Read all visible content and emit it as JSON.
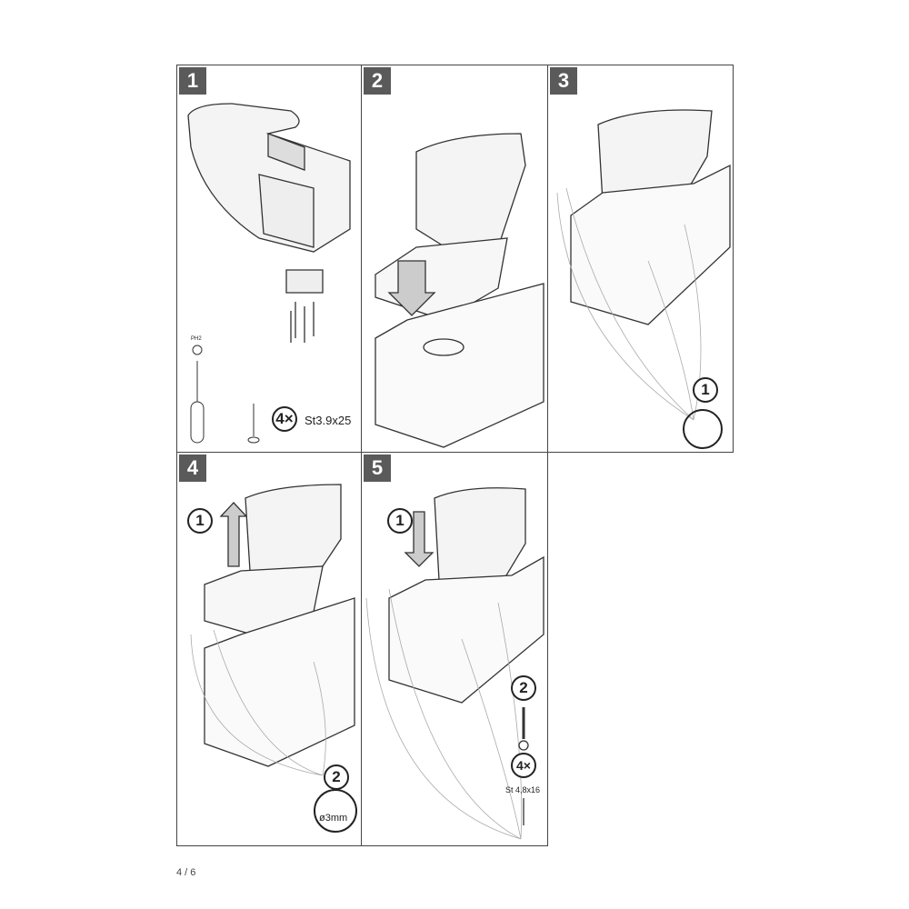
{
  "steps": [
    {
      "number": "1",
      "tool_label": "PH2",
      "quantity": "4×",
      "screw_spec": "St3.9x25"
    },
    {
      "number": "2"
    },
    {
      "number": "3",
      "callout": "1"
    },
    {
      "number": "4",
      "callout_1": "1",
      "callout_2": "2",
      "drill_label": "ø3mm"
    },
    {
      "number": "5",
      "callout_1": "1",
      "callout_2": "2",
      "quantity": "4×",
      "screw_spec": "St 4,8x16"
    }
  ],
  "page_number": "4 / 6"
}
